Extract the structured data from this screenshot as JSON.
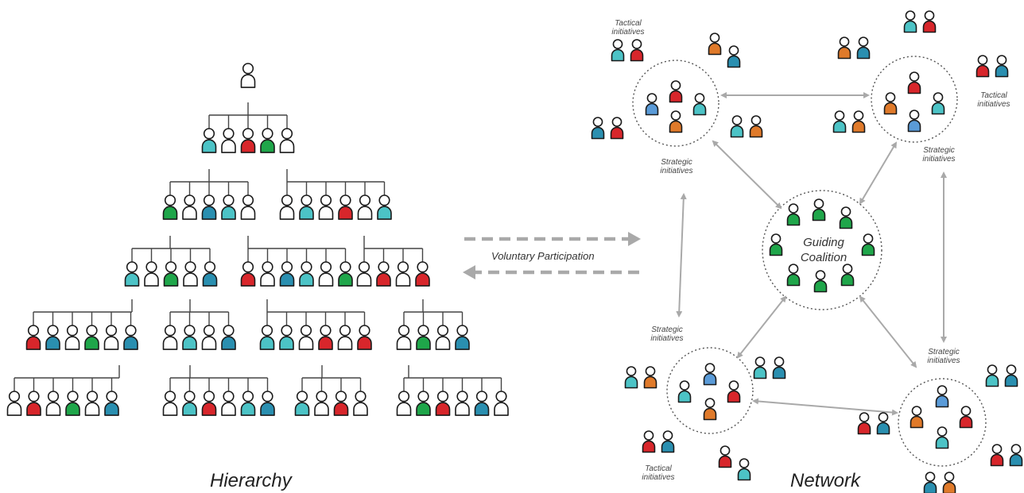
{
  "colors": {
    "outline": "#1a1a1a",
    "white": "#ffffff",
    "teal": "#4cc3c6",
    "red": "#d8262b",
    "green": "#1fa64a",
    "blue": "#2a8fb0",
    "light_blue": "#5a9bd8",
    "orange": "#e07a2a",
    "line": "#444444",
    "arrow": "#a9a9a9",
    "circle": "#555555"
  },
  "labels": {
    "hierarchy": "Hierarchy",
    "network": "Network",
    "voluntary": "Voluntary Participation",
    "guiding_line1": "Guiding",
    "guiding_line2": "Coalition",
    "strategic_line1": "Strategic",
    "strategic_line2": "initiatives",
    "tactical_line1": "Tactical",
    "tactical_line2": "initiatives"
  },
  "hierarchy_rows": [
    [
      [
        "w"
      ]
    ],
    [
      [
        "t",
        "w",
        "r",
        "g",
        "w"
      ]
    ],
    [
      [
        "g",
        "w",
        "b",
        "t",
        "w"
      ],
      [
        "w",
        "t",
        "w",
        "r",
        "w",
        "t"
      ]
    ],
    [
      [
        "t",
        "w",
        "g",
        "w",
        "b"
      ],
      [
        "r",
        "w",
        "b",
        "t",
        "w",
        "g"
      ],
      [
        "w",
        "r",
        "w",
        "r"
      ]
    ],
    [
      [
        "r",
        "b",
        "w",
        "g",
        "w",
        "b"
      ],
      [
        "w",
        "t",
        "w",
        "b"
      ],
      [
        "t",
        "t",
        "w",
        "r",
        "w",
        "r"
      ],
      [
        "w",
        "g",
        "w",
        "b"
      ]
    ],
    [
      [
        "w",
        "r",
        "w",
        "g",
        "w",
        "b"
      ],
      [
        "w",
        "t",
        "r",
        "w",
        "t",
        "b"
      ],
      [
        "t",
        "w",
        "r",
        "w"
      ],
      [
        "w",
        "g",
        "r",
        "w",
        "b",
        "w"
      ]
    ]
  ],
  "network_clusters": {
    "top_left": [
      "lb",
      "r",
      "t",
      "o"
    ],
    "top_right": [
      "r",
      "o",
      "t",
      "lb"
    ],
    "bottom_left": [
      "lb",
      "t",
      "r",
      "o"
    ],
    "bottom_right": [
      "lb",
      "o",
      "r",
      "t"
    ],
    "center": [
      "g",
      "g",
      "g",
      "g",
      "g",
      "g",
      "g",
      "g"
    ]
  },
  "network_pairs": [
    [
      "t",
      "r"
    ],
    [
      "o",
      "b"
    ],
    [
      "b",
      "r"
    ],
    [
      "t",
      "o"
    ],
    [
      "t",
      "r"
    ],
    [
      "o",
      "b"
    ],
    [
      "r",
      "b"
    ],
    [
      "t",
      "o"
    ],
    [
      "t",
      "o"
    ],
    [
      "t",
      "b"
    ],
    [
      "r",
      "b"
    ],
    [
      "r",
      "t"
    ],
    [
      "t",
      "b"
    ],
    [
      "r",
      "b"
    ],
    [
      "r",
      "b"
    ],
    [
      "b",
      "o"
    ]
  ]
}
